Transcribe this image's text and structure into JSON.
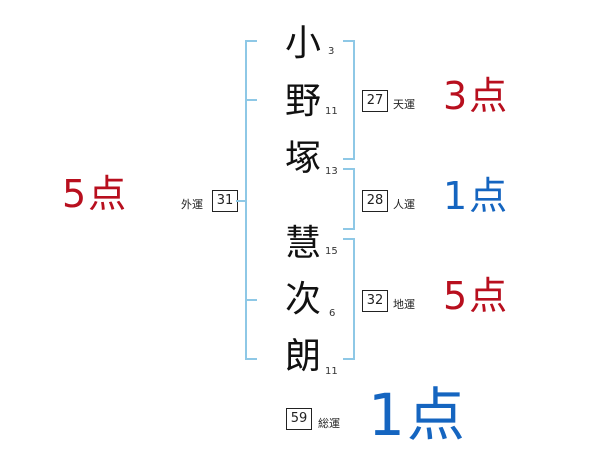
{
  "name": {
    "characters": [
      {
        "char": "小",
        "strokes": "3"
      },
      {
        "char": "野",
        "strokes": "11"
      },
      {
        "char": "塚",
        "strokes": "13"
      },
      {
        "char": "慧",
        "strokes": "15"
      },
      {
        "char": "次",
        "strokes": "6"
      },
      {
        "char": "朗",
        "strokes": "11"
      }
    ]
  },
  "fortunes": {
    "gaiun": {
      "label": "外運",
      "value": "31",
      "score": "5点",
      "color": "#b80f1e"
    },
    "tenun": {
      "label": "天運",
      "value": "27",
      "score": "3点",
      "color": "#b80f1e"
    },
    "jinun": {
      "label": "人運",
      "value": "28",
      "score": "1点",
      "color": "#1565c0"
    },
    "chiun": {
      "label": "地運",
      "value": "32",
      "score": "5点",
      "color": "#b80f1e"
    },
    "souun": {
      "label": "総運",
      "value": "59",
      "score": "1点",
      "color": "#1565c0"
    }
  },
  "colors": {
    "bracket": "#8ec8e6",
    "good": "#b80f1e",
    "bad": "#1565c0"
  }
}
